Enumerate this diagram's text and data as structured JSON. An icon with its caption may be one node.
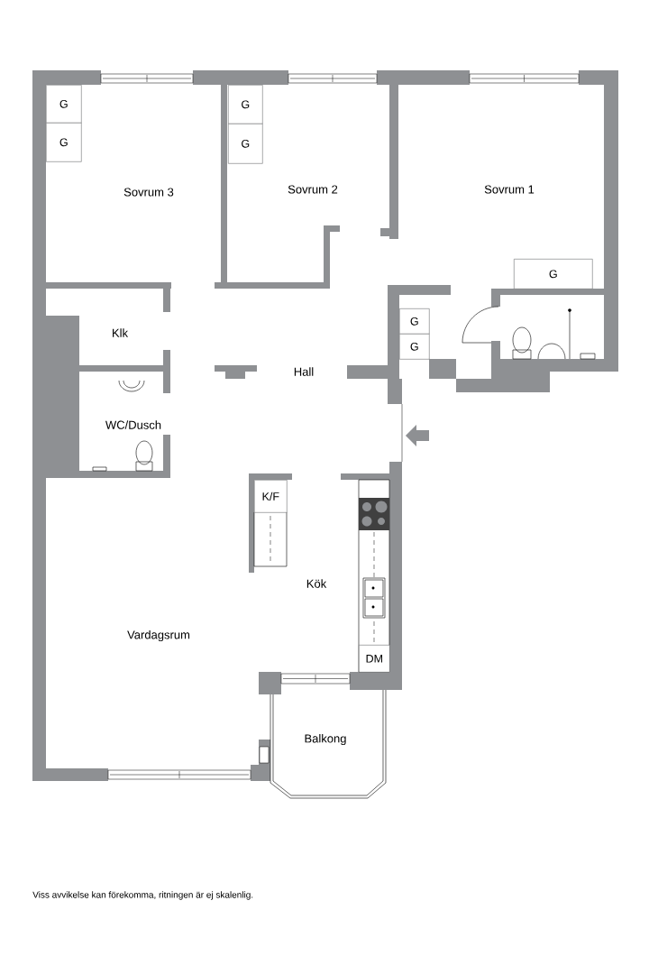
{
  "diagram": {
    "caption": "Viss avvikelse kan förekomma, ritningen är ej skalenlig.",
    "nodes": [
      {
        "text": [
          "G"
        ]
      },
      {
        "text": [
          "G"
        ]
      },
      {
        "text": [
          "G"
        ]
      },
      {
        "text": [
          "G"
        ]
      },
      {
        "text": [
          "G"
        ]
      },
      {
        "text": [
          "G"
        ]
      },
      {
        "text": [
          "G"
        ]
      },
      {
        "text": [
          "K/F"
        ]
      },
      {
        "text": [
          "DM"
        ]
      }
    ],
    "labels": [
      "Sovrum 3",
      "Sovrum 2",
      "Sovrum 1",
      "Klk",
      "Hall",
      "WC/Dusch",
      "Kök",
      "Vardagsrum",
      "Balkong"
    ]
  }
}
